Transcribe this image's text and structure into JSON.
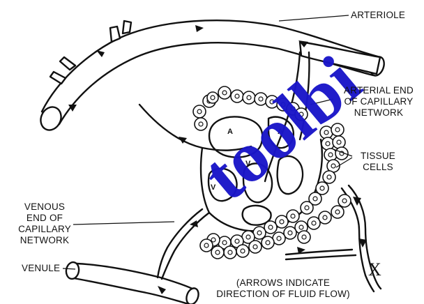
{
  "labels": {
    "arteriole": "ARTERIOLE",
    "arterial_end": [
      "ARTERIAL END",
      "OF CAPILLARY",
      "NETWORK"
    ],
    "tissue_cells": [
      "TISSUE",
      "CELLS"
    ],
    "venous_end": [
      "VENOUS",
      "END OF",
      "CAPILLARY",
      "NETWORK"
    ],
    "venule": "VENULE",
    "note": [
      "(ARROWS INDICATE",
      "DIRECTION OF FLUID FLOW)"
    ],
    "x_marker": "X"
  },
  "capillary_tags": [
    "A",
    "A",
    "V",
    "V"
  ],
  "watermark": {
    "text": "toolbi",
    "color": "#1a16c9"
  }
}
